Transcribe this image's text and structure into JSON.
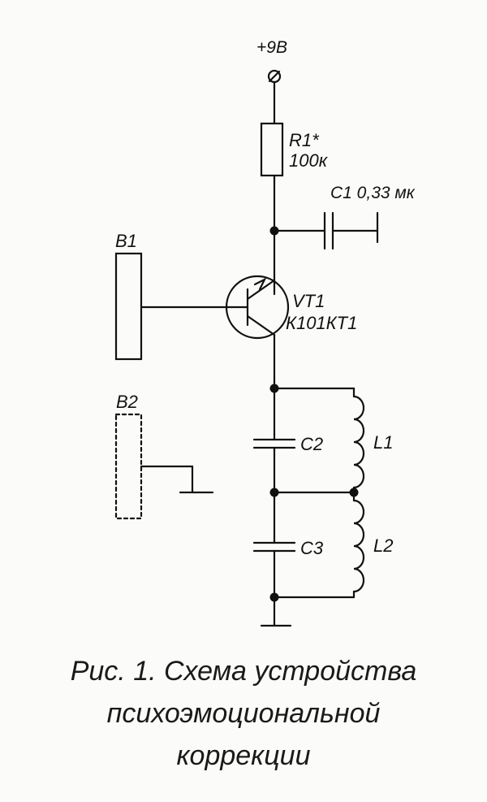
{
  "labels": {
    "supply": "+9В",
    "r1_name": "R1*",
    "r1_value": "100к",
    "c1": "С1 0,33 мк",
    "b1": "B1",
    "b2": "B2",
    "vt1_name": "VT1",
    "vt1_type": "К101КТ1",
    "c2": "С2",
    "c3": "С3",
    "l1": "L1",
    "l2": "L2"
  },
  "caption": {
    "line1": "Рис. 1. Схема устройства",
    "line2": "психоэмоциональной",
    "line3": "коррекции"
  },
  "colors": {
    "ink": "#111111",
    "paper": "#fbfbf9"
  }
}
